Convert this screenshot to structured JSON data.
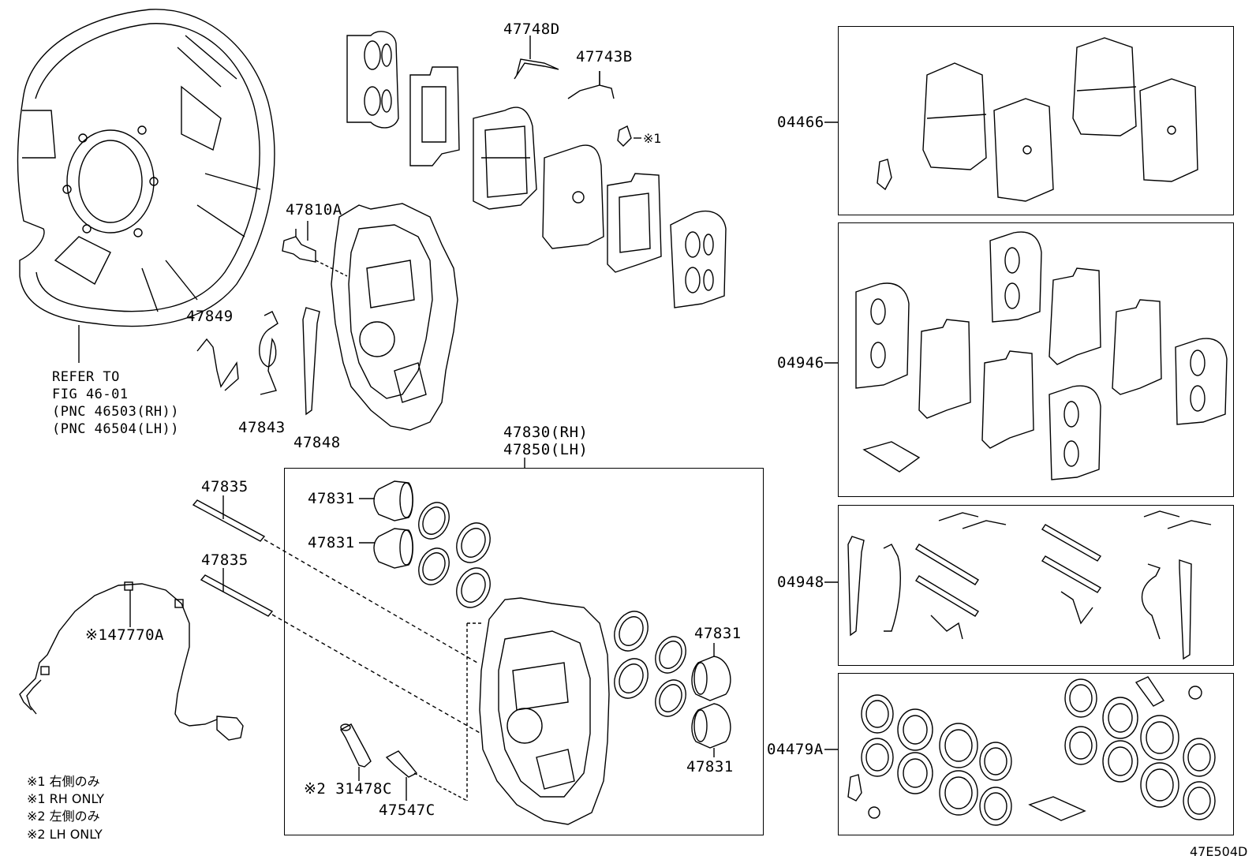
{
  "labels": {
    "p47748D": "47748D",
    "p47743B": "47743B",
    "mark1_small": "※1",
    "p47810A": "47810A",
    "p47849": "47849",
    "p47843": "47843",
    "p47848": "47848",
    "refer_line1": "REFER TO",
    "refer_line2": "FIG 46-01",
    "refer_line3": "(PNC 46503(RH))",
    "refer_line4": "(PNC 46504(LH))",
    "p47830": "47830(RH)",
    "p47850": "47850(LH)",
    "p47835_a": "47835",
    "p47835_b": "47835",
    "p47831_a": "47831",
    "p47831_b": "47831",
    "p47831_c": "47831",
    "p47831_d": "47831",
    "p47770A": "※147770A",
    "p31478C": "※2 31478C",
    "p47547C": "47547C",
    "p04466": "04466",
    "p04946": "04946",
    "p04948": "04948",
    "p04479A": "04479A",
    "figure_code": "47E504D"
  },
  "notes": [
    "※1 右側のみ",
    "※1 RH ONLY",
    "※2 左側のみ",
    "※2 LH ONLY"
  ]
}
